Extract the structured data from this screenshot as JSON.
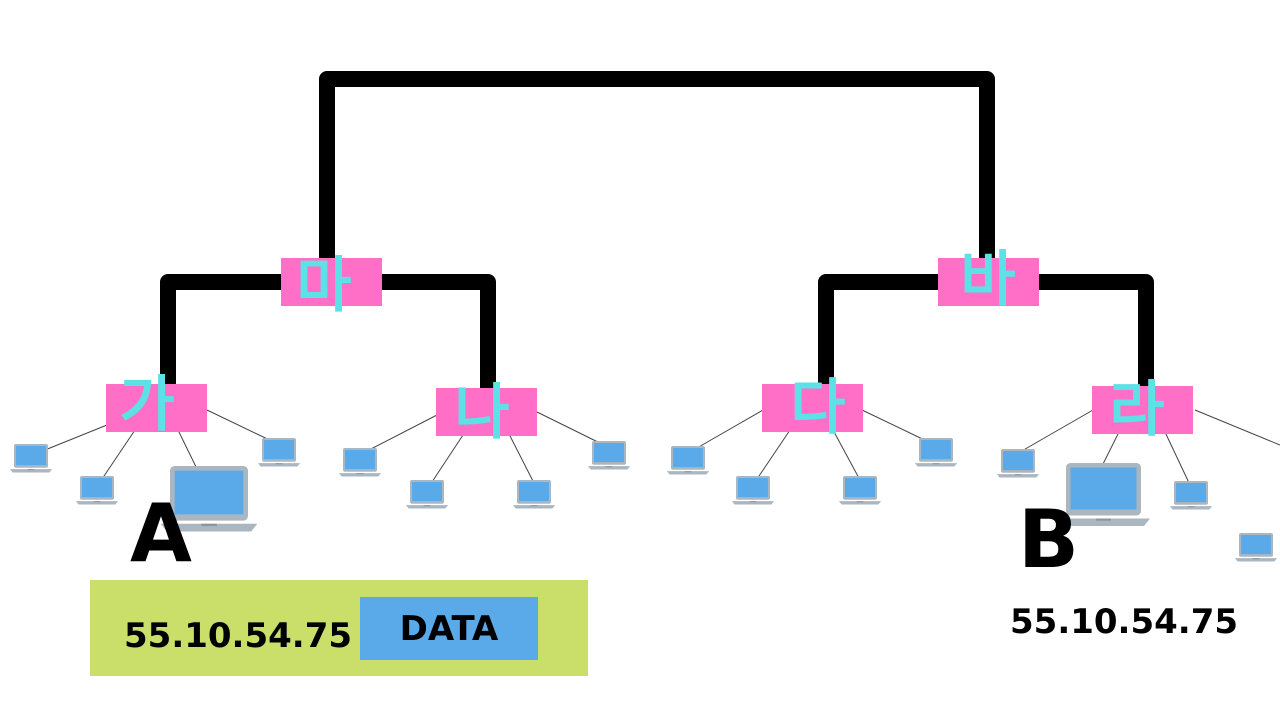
{
  "colors": {
    "wire": "#000000",
    "router_fill": "#ff6ec7",
    "router_label": "#5ce1e6",
    "packet_bg": "#c9df6a",
    "data_bg": "#5aaae9",
    "laptop_screen": "#5aaae9",
    "laptop_body": "#aab6c0"
  },
  "icons": {
    "laptop": "laptop-icon"
  },
  "routers": {
    "ma": "마",
    "ba": "바",
    "ga": "가",
    "na": "나",
    "da": "다",
    "ra": "라"
  },
  "hosts": {
    "a_label": "A",
    "b_label": "B"
  },
  "packet": {
    "ip": "55.10.54.75",
    "data": "DATA"
  },
  "host_b": {
    "ip": "55.10.54.75"
  }
}
